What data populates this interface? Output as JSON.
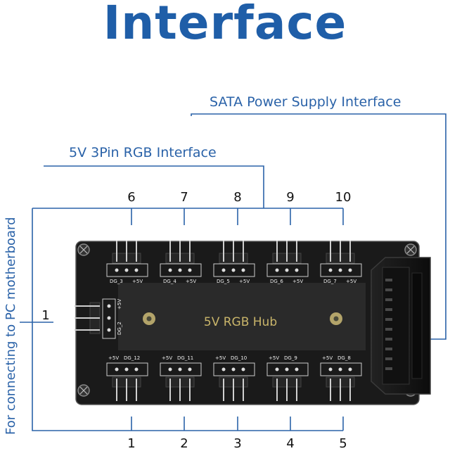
{
  "title": "Interface",
  "labels": {
    "sata": "SATA Power Supply Interface",
    "rgb": "5V 3Pin RGB Interface",
    "vertical": "For connecting to PC motherboard",
    "hub": "5V RGB Hub"
  },
  "top_numbers": [
    "6",
    "7",
    "8",
    "9",
    "10"
  ],
  "bottom_numbers": [
    "1",
    "2",
    "3",
    "4",
    "5"
  ],
  "side_number": "1",
  "top_headers": [
    {
      "name": "DG_3",
      "plus": "+5V"
    },
    {
      "name": "DG_4",
      "plus": "+5V"
    },
    {
      "name": "DG_5",
      "plus": "+5V"
    },
    {
      "name": "DG_6",
      "plus": "+5V"
    },
    {
      "name": "DG_7",
      "plus": "+5V"
    }
  ],
  "bottom_headers": [
    {
      "name": "DG_12",
      "plus": "+5V"
    },
    {
      "name": "DG_11",
      "plus": "+5V"
    },
    {
      "name": "DG_10",
      "plus": "+5V"
    },
    {
      "name": "DG_9",
      "plus": "+5V"
    },
    {
      "name": "DG_8",
      "plus": "+5V"
    }
  ],
  "side_header": {
    "name": "DG_2",
    "plus": "+5V"
  },
  "colors": {
    "accent": "#1f5ea8",
    "line": "#2a62a8",
    "board": "#1c1c1c"
  }
}
